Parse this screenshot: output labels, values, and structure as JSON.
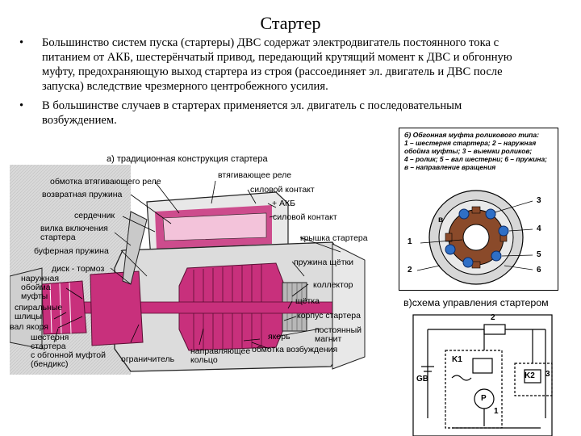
{
  "slide": {
    "title": "Стартер",
    "bullet_symbol": "•",
    "bullets": [
      "Большинство систем пуска (стартеры) ДВС содержат электродвигатель постоянного тока с питанием от АКБ, шестерёнчатый привод, передающий крутящий момент к ДВС и обгонную муфту, предохраняющую выход стартера из строя (рассоединяет эл. двигатель и ДВС после запуска) вследствие чрезмерного центробежного усилия.",
      "В большинстве случаев в стартерах  применяется эл. двигатель с последовательным возбуждением."
    ]
  },
  "figure_a": {
    "title": "а) традиционная конструкция стартера",
    "labels": {
      "obmotka_vtyag": "обмотка втягивающего реле",
      "vozvratnaya": "возвратная пружина",
      "serdechnik": "сердечник",
      "vilka": "вилка включения\nстартера",
      "bufernaya": "буферная пружина",
      "disk": "диск - тормоз",
      "naruzh_oboima": "наружная\nобойма\nмуфты",
      "spiralnye": "спиральные\nшлицы",
      "val_yakorya": "вал якоря",
      "shesternya": "шестерня\nстартера",
      "s_obgonnoi": "с обгонной муфтой\n(бендикс)",
      "ogranichitel": "ограничитель",
      "napravl_koltso": "направляющее\nкольцо",
      "vtyag_rele": "втягивающее реле",
      "silovoi1": "силовой контакт",
      "akb": "+ АКБ",
      "silovoi2": "силовой контакт",
      "kryshka": "крышка стартера",
      "pruzhina_shetki": "пружина щётки",
      "kollektor": "коллектор",
      "shetka": "щётка",
      "korpus": "корпус стартера",
      "postoyanny": "постоянный\nмагнит",
      "yakor": "якорь",
      "obmotka_vozb": "обмотка возбуждения"
    }
  },
  "figure_b": {
    "title": "б) Обгонная муфта роликового типа:",
    "legend": [
      "1 – шестерня стартера; 2 – наружная",
      "обойма муфты; 3 – выемки роликов;",
      "4 – ролик; 5 – вал шестерни; 6 – пружина;",
      "в – направление вращения"
    ],
    "markers": [
      "1",
      "2",
      "3",
      "4",
      "5",
      "6",
      "в"
    ]
  },
  "figure_c": {
    "title": "в)схема управления стартером",
    "labels": [
      "2",
      "K1",
      "GB",
      "K2",
      "3",
      "P",
      "1"
    ]
  },
  "colors": {
    "accent_pink": "#c8307c",
    "roller_blue": "#2f6fc6",
    "gear_brown": "#8a4a2a"
  }
}
